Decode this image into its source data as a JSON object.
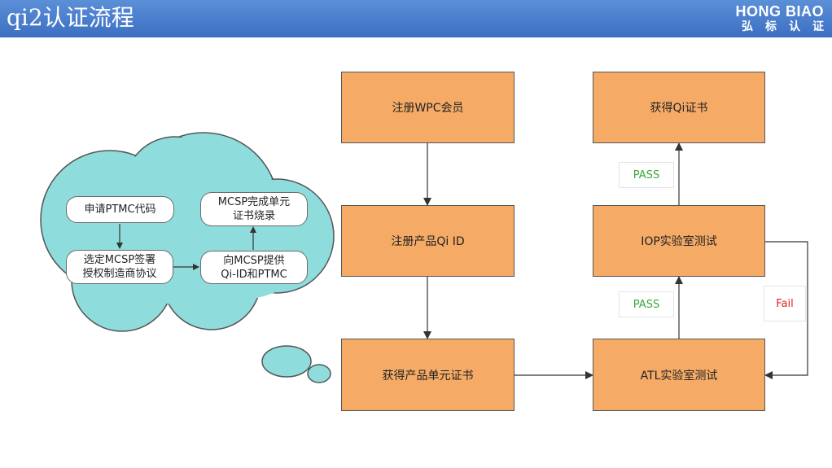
{
  "header": {
    "title": "qi2认证流程",
    "logo_en": "HONG BIAO",
    "logo_cn": "弘标认证"
  },
  "colors": {
    "header_bg": "#3c6fc2",
    "box_fill": "#f5ab66",
    "cloud_fill": "#8fdcdc",
    "pass_text": "#3aa63a",
    "fail_text": "#e02020"
  },
  "flow": {
    "register_wpc": "注册WPC会员",
    "register_qi_id": "注册产品Qi ID",
    "get_unit_cert": "获得产品单元证书",
    "atl_test": "ATL实验室测试",
    "iop_test": "IOP实验室测试",
    "get_qi_cert": "获得Qi证书",
    "pass_label_1": "PASS",
    "pass_label_2": "PASS",
    "fail_label": "Fail"
  },
  "cloud": {
    "apply_ptmc": "申请PTMC代码",
    "select_mcsp_line1": "选定MCSP签署",
    "select_mcsp_line2": "授权制造商协议",
    "provide_line1": "向MCSP提供",
    "provide_line2": "Qi-ID和PTMC",
    "mcsp_complete_line1": "MCSP完成单元",
    "mcsp_complete_line2": "证书烧录"
  }
}
